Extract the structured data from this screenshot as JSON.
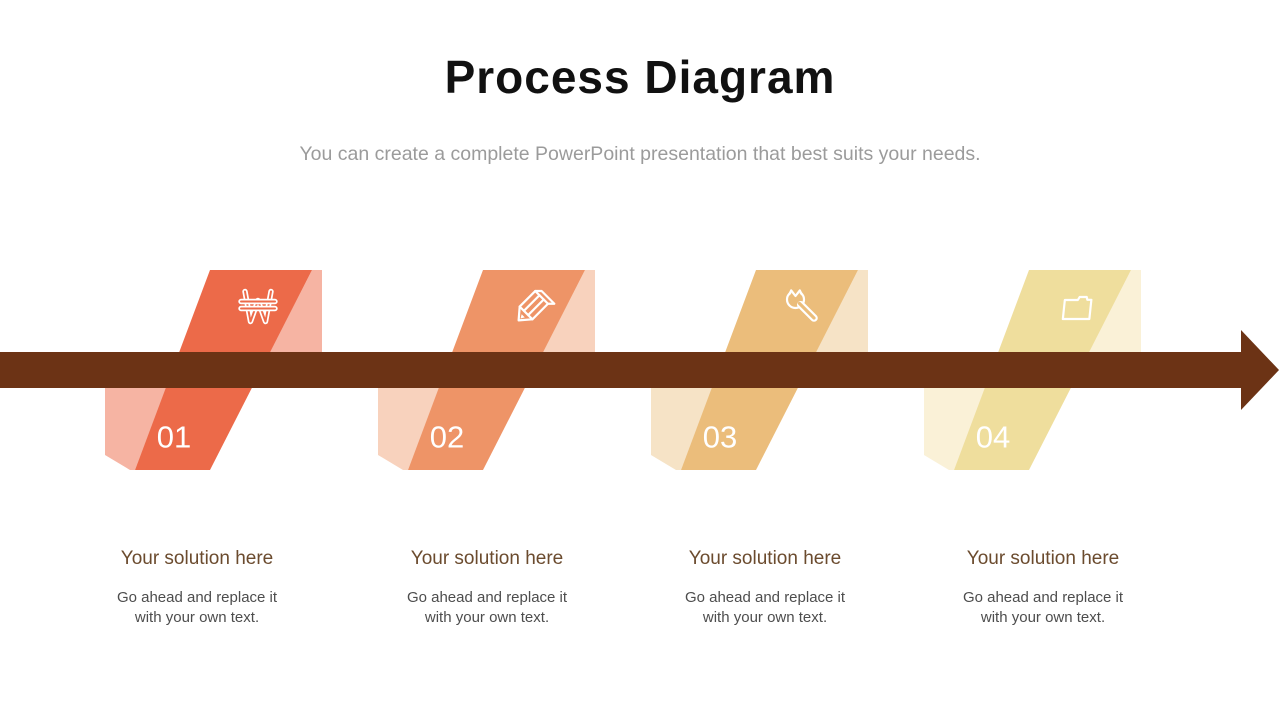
{
  "slide": {
    "title": "Process Diagram",
    "subtitle": "You can create a complete PowerPoint presentation that best suits your needs."
  },
  "arrow": {
    "color": "#6C3315",
    "direction": "right"
  },
  "colors": {
    "title": "#111111",
    "subtitle": "#9B9B9B",
    "caption_heading": "#6B4B2E",
    "caption_body": "#4D4D4D"
  },
  "steps": [
    {
      "number": "01",
      "icon": "won-currency-icon",
      "band_color": "#EC6A49",
      "fold_color": "#F6B4A3",
      "heading": "Your solution here",
      "body": "Go ahead and replace it with your own text."
    },
    {
      "number": "02",
      "icon": "pencil-icon",
      "band_color": "#EE9467",
      "fold_color": "#F8D2BD",
      "heading": "Your solution here",
      "body": "Go ahead and replace it with your own text."
    },
    {
      "number": "03",
      "icon": "wrench-icon",
      "band_color": "#EBBD7B",
      "fold_color": "#F6E3C6",
      "heading": "Your solution here",
      "body": "Go ahead and replace it with your own text."
    },
    {
      "number": "04",
      "icon": "folder-icon",
      "band_color": "#EFDE9D",
      "fold_color": "#FAF1D7",
      "heading": "Your solution here",
      "body": "Go ahead and replace it with your own text."
    }
  ]
}
